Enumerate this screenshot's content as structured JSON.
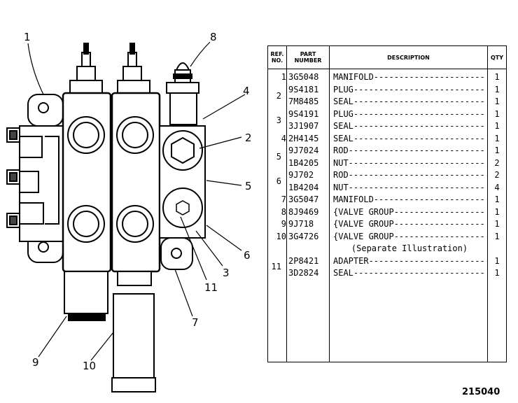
{
  "callouts": [
    "1",
    "8",
    "4",
    "2",
    "5",
    "6",
    "3",
    "11",
    "7",
    "9",
    "10"
  ],
  "table": {
    "headers": {
      "ref": "REF.\nNO.",
      "part": "PART\nNUMBER",
      "desc": "DESCRIPTION",
      "qty": "QTY"
    },
    "rows": [
      {
        "ref": "1",
        "part": "3G5048",
        "desc": "MANIFOLD------------------------------",
        "qty": "1"
      },
      {
        "ref": "",
        "part": "9S4181",
        "desc": "PLUG----------------------------------",
        "qty": "1"
      },
      {
        "ref": "2",
        "part": "7M8485",
        "desc": "SEAL----------------------------------",
        "qty": "1"
      },
      {
        "ref": "",
        "part": "9S4191",
        "desc": "PLUG----------------------------------",
        "qty": "1"
      },
      {
        "ref": "3",
        "part": "3J1907",
        "desc": "SEAL----------------------------------",
        "qty": "1"
      },
      {
        "ref": "4",
        "part": "2H4145",
        "desc": "SEAL----------------------------------",
        "qty": "1"
      },
      {
        "ref": "5",
        "part": "9J7024",
        "desc": "ROD-----------------------------------",
        "qty": "1"
      },
      {
        "ref": "",
        "part": "1B4205",
        "desc": "NUT-----------------------------------",
        "qty": "2"
      },
      {
        "ref": "6",
        "part": "9J702",
        "desc": "ROD-----------------------------------",
        "qty": "2"
      },
      {
        "ref": "",
        "part": "1B4204",
        "desc": "NUT-----------------------------------",
        "qty": "4"
      },
      {
        "ref": "7",
        "part": "3G5047",
        "desc": "MANIFOLD------------------------------",
        "qty": "1"
      },
      {
        "ref": "8",
        "part": "8J9469",
        "desc": "{VALVE GROUP---------------------------",
        "qty": "1"
      },
      {
        "ref": "9",
        "part": "9J718",
        "desc": "{VALVE GROUP---------------------------",
        "qty": "1"
      },
      {
        "ref": "10",
        "part": "3G4726",
        "desc": "{VALVE GROUP---------------------------",
        "qty": "1"
      }
    ],
    "note": "(Separate Illustration)",
    "rows2": [
      {
        "ref": "11",
        "part": "2P8421",
        "desc": "ADAPTER-------------------------------",
        "qty": "1"
      },
      {
        "ref": "",
        "part": "3D2824",
        "desc": "SEAL----------------------------------",
        "qty": "1"
      }
    ]
  },
  "figure_number": "215040"
}
